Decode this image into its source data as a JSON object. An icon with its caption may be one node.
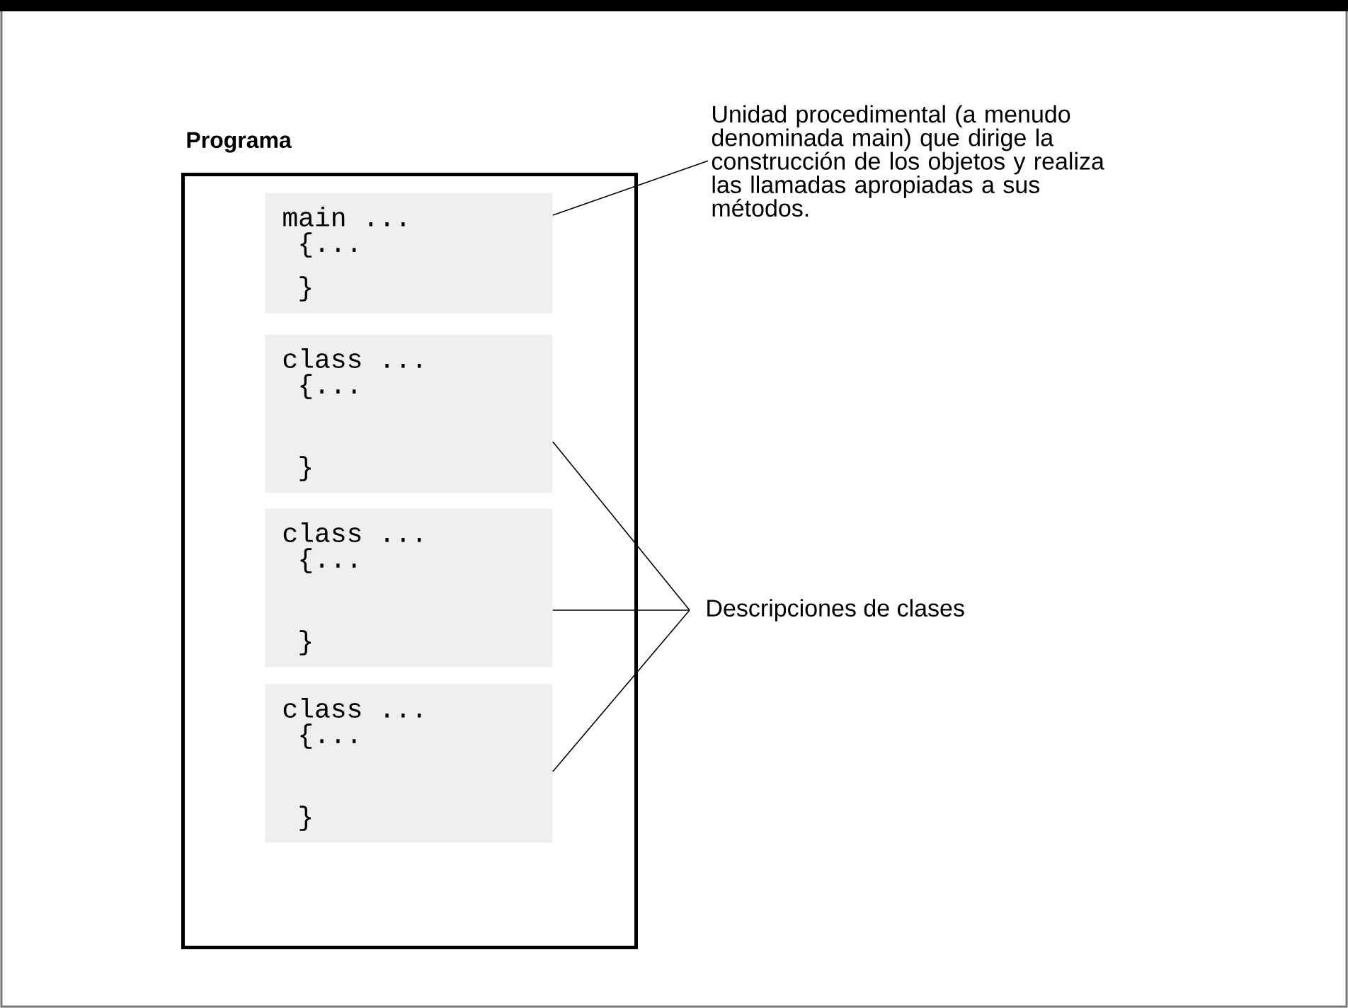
{
  "diagram": {
    "nodes": [
      {
        "text": [
          "Programa"
        ]
      },
      {
        "text": [
          "main ...",
          "{...",
          "}"
        ],
        "in": 0
      },
      {
        "text": [
          "class ...",
          "{...",
          "}"
        ],
        "in": 0
      },
      {
        "text": [
          "class ...",
          "{...",
          "}"
        ],
        "in": 0
      },
      {
        "text": [
          "class ...",
          "{...",
          "}"
        ],
        "in": 0
      },
      {
        "text": [
          "Unidad procedimental (a menudo denominada main) que dirige la construcción de los objetos y realiza las llamadas apropiadas a sus métodos."
        ]
      },
      {
        "text": [
          "Descripciones de clases"
        ]
      }
    ],
    "edges": [
      {
        "from": 5,
        "to": 1,
        "arrow": "none"
      },
      {
        "from": 6,
        "to": 2,
        "arrow": "none"
      },
      {
        "from": 6,
        "to": 3,
        "arrow": "none"
      },
      {
        "from": 6,
        "to": 4,
        "arrow": "none"
      }
    ]
  }
}
